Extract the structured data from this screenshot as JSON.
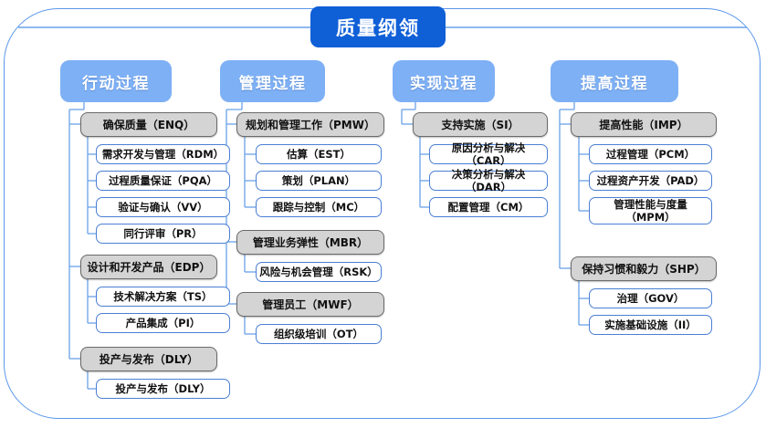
{
  "diagram": {
    "title": "质量纲领",
    "accent_title_color": "#0f5fd7",
    "accent_header_color": "#7eb0f5",
    "frame_color": "#5b97ea",
    "level2_fill": "#d4d4d4",
    "level2_border": "#6a6a6a",
    "level3_border": "#4a7fd4",
    "wire_color": "#6aa2e8"
  },
  "columns": [
    {
      "header": "行动过程",
      "groups": [
        {
          "label": "确保质量（ENQ）",
          "items": [
            "需求开发与管理（RDM）",
            "过程质量保证（PQA）",
            "验证与确认（VV）",
            "同行评审（PR）"
          ]
        },
        {
          "label": "设计和开发产品（EDP）",
          "items": [
            "技术解决方案（TS）",
            "产品集成（PI）"
          ]
        },
        {
          "label": "投产与发布（DLY）",
          "items": [
            "投产与发布（DLY）"
          ]
        }
      ]
    },
    {
      "header": "管理过程",
      "groups": [
        {
          "label": "规划和管理工作（PMW）",
          "items": [
            "估算（EST）",
            "策划（PLAN）",
            "跟踪与控制（MC）"
          ]
        },
        {
          "label": "管理业务弹性（MBR）",
          "items": [
            "风险与机会管理（RSK）"
          ]
        },
        {
          "label": "管理员工（MWF）",
          "items": [
            "组织级培训（OT）"
          ]
        }
      ]
    },
    {
      "header": "实现过程",
      "groups": [
        {
          "label": "支持实施（SI）",
          "items": [
            "原因分析与解决（CAR）",
            "决策分析与解决（DAR）",
            "配置管理（CM）"
          ]
        }
      ]
    },
    {
      "header": "提高过程",
      "groups": [
        {
          "label": "提高性能（IMP）",
          "items": [
            "过程管理（PCM）",
            "过程资产开发（PAD）",
            "管理性能与度量\n（MPM）"
          ]
        },
        {
          "label": "保持习惯和毅力（SHP）",
          "items": [
            "治理（GOV）",
            "实施基础设施（II）"
          ]
        }
      ]
    }
  ]
}
